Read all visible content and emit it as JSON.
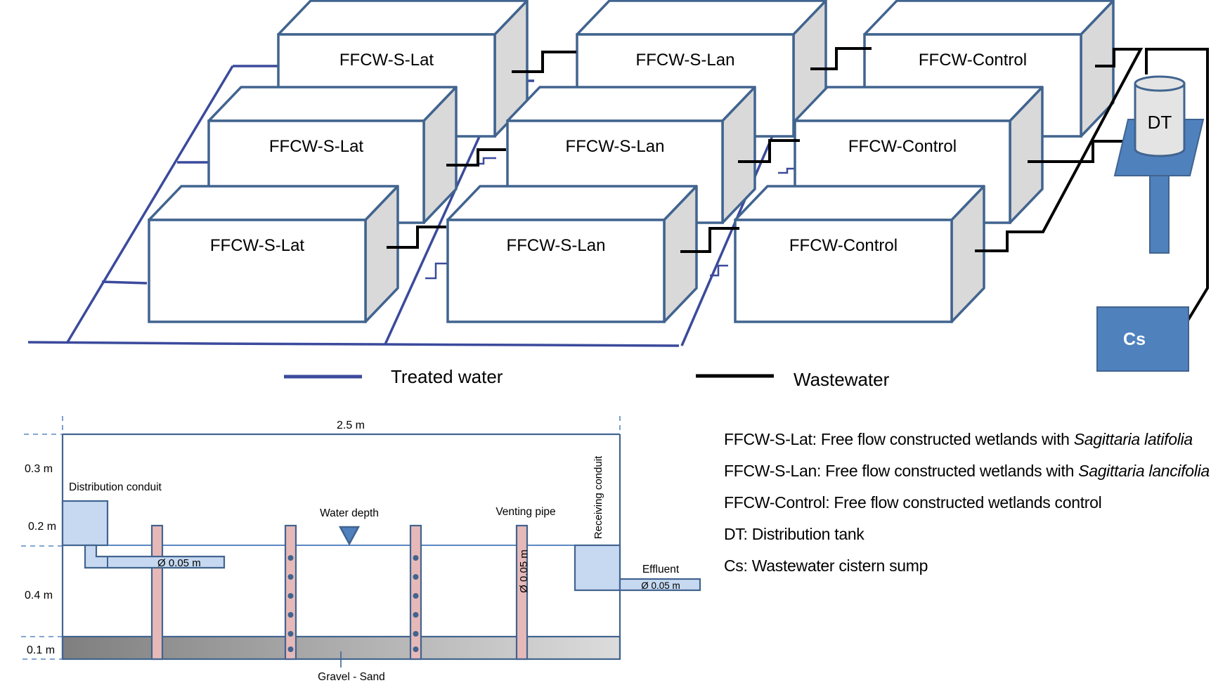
{
  "upper_diagram": {
    "cells": [
      {
        "row": "back",
        "column": "lat",
        "label": "FFCW-S-Lat"
      },
      {
        "row": "back",
        "column": "lan",
        "label": "FFCW-S-Lan"
      },
      {
        "row": "back",
        "column": "control",
        "label": "FFCW-Control"
      },
      {
        "row": "middle",
        "column": "lat",
        "label": "FFCW-S-Lat"
      },
      {
        "row": "middle",
        "column": "lan",
        "label": "FFCW-S-Lan"
      },
      {
        "row": "middle",
        "column": "control",
        "label": "FFCW-Control"
      },
      {
        "row": "front",
        "column": "lat",
        "label": "FFCW-S-Lat"
      },
      {
        "row": "front",
        "column": "lan",
        "label": "FFCW-S-Lan"
      },
      {
        "row": "front",
        "column": "control",
        "label": "FFCW-Control"
      }
    ],
    "distribution_tank_label": "DT",
    "cistern_sump_label": "Cs",
    "legend": {
      "treated_water": "Treated water",
      "wastewater": "Wastewater"
    },
    "colors": {
      "treated_water": "#3b4a9c",
      "wastewater": "#000000",
      "box_outline": "#41648f",
      "box_side": "#d9d9d9",
      "tank_blue": "#4f81bd"
    }
  },
  "cross_section": {
    "length_label": "2.5 m",
    "depth_labels": [
      "0.3 m",
      "0.2 m",
      "0.4 m",
      "0.1 m"
    ],
    "distribution_conduit_label": "Distribution conduit",
    "inlet_diameter_label": "Ø 0.05 m",
    "water_depth_label": "Water depth",
    "venting_pipe_label": "Venting pipe",
    "venting_diameter_label": "Ø 0.05 m",
    "receiving_conduit_label": "Receiving conduit",
    "effluent_label": "Effluent",
    "effluent_diameter_label": "Ø 0.05 m",
    "substrate_label": "Gravel - Sand",
    "colors": {
      "conduit": "#c6d9f1",
      "pipe": "#e6b9b8",
      "gravel_dark": "#7f7f7f",
      "gravel_light": "#d9d9d9"
    }
  },
  "abbreviations": [
    {
      "term": "FFCW-S-Lat",
      "text": ": Free flow constructed wetlands with ",
      "species": "Sagittaria latifolia"
    },
    {
      "term": "FFCW-S-Lan",
      "text": ": Free flow constructed wetlands with ",
      "species": "Sagittaria lancifolia"
    },
    {
      "term": "FFCW-Control",
      "text": ": Free flow constructed wetlands control",
      "species": ""
    },
    {
      "term": "DT",
      "text": ": Distribution tank",
      "species": ""
    },
    {
      "term": "Cs",
      "text": ": Wastewater cistern sump",
      "species": ""
    }
  ]
}
